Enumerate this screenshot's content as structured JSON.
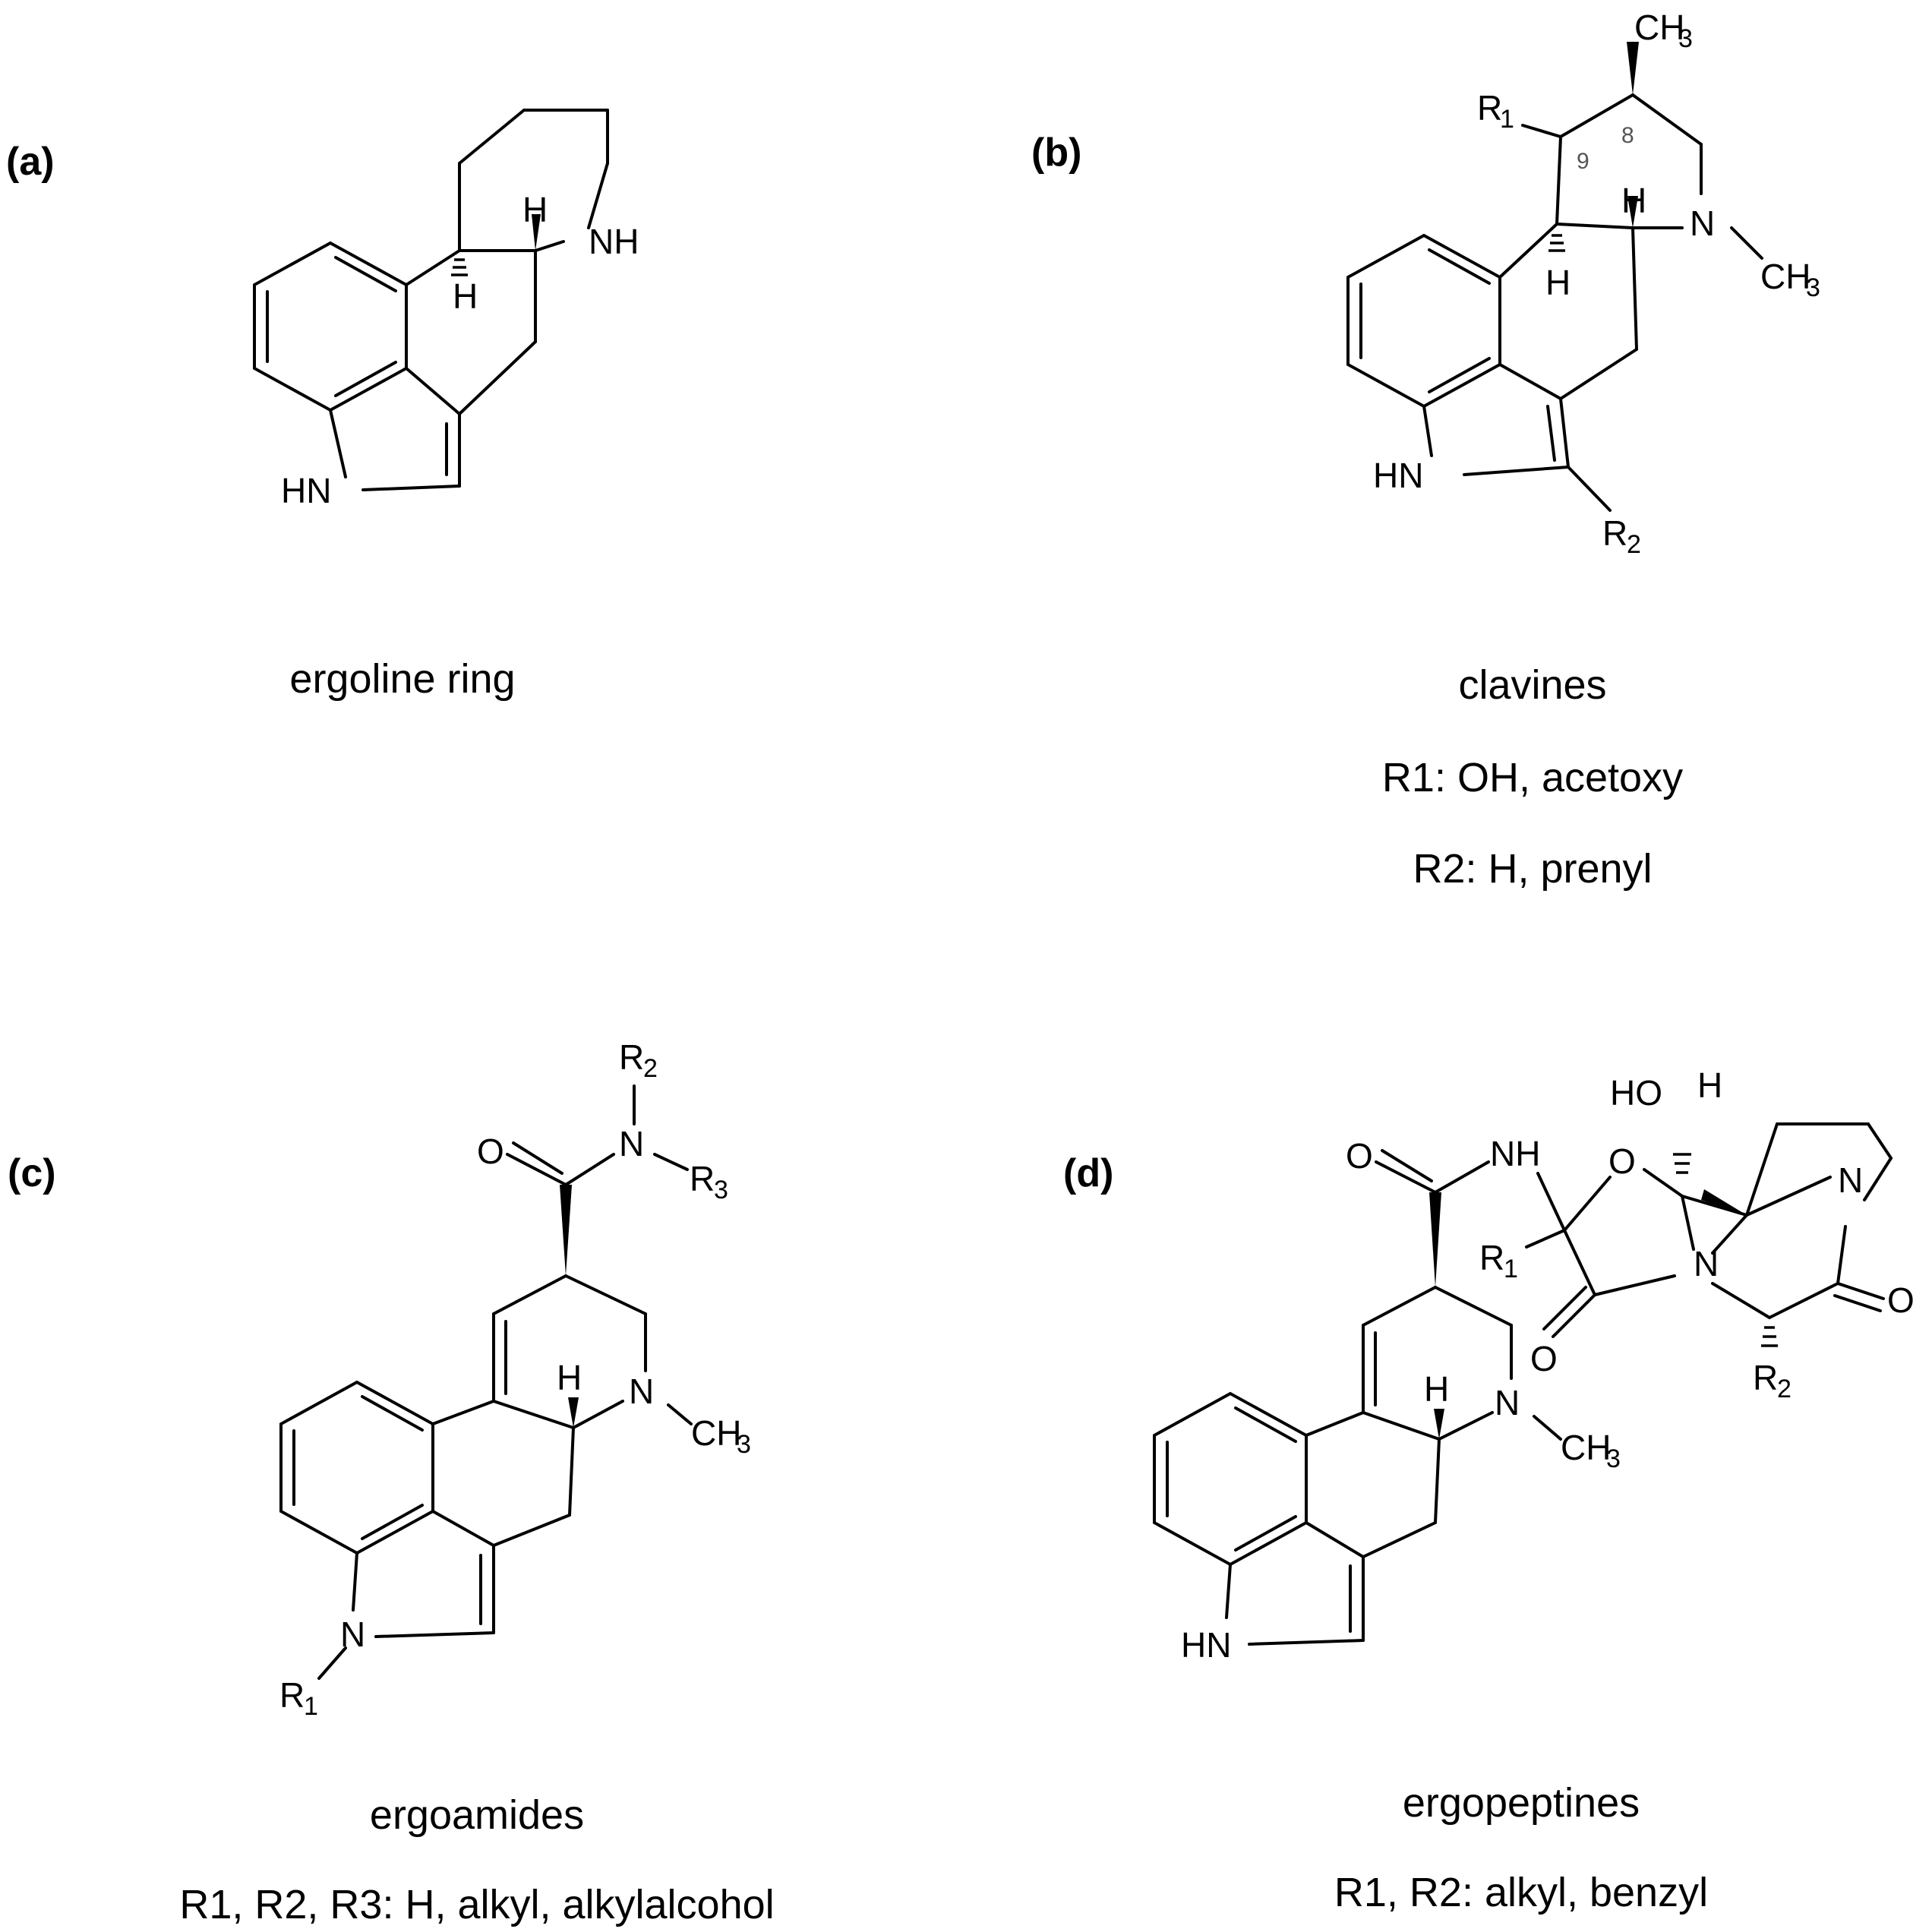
{
  "panels": {
    "a": {
      "label": "(a)",
      "name": "ergoline ring",
      "notes": []
    },
    "b": {
      "label": "(b)",
      "name": "clavines",
      "notes": [
        "R1: OH, acetoxy",
        "R2: H, prenyl"
      ]
    },
    "c": {
      "label": "(c)",
      "name": "ergoamides",
      "notes": [
        "R1, R2, R3: H, alkyl, alkylalcohol"
      ]
    },
    "d": {
      "label": "(d)",
      "name": "ergopeptines",
      "notes": [
        "R1, R2: alkyl, benzyl"
      ]
    }
  },
  "atoms": {
    "H": "H",
    "NH": "NH",
    "HN": "HN",
    "N": "N",
    "O": "O",
    "HO": "HO",
    "C": "C",
    "R": "R",
    "CH3_main": "CH",
    "CH3_sub": "3",
    "sub1": "1",
    "sub2": "2",
    "sub3": "3",
    "locant8": "8",
    "locant9": "9"
  }
}
